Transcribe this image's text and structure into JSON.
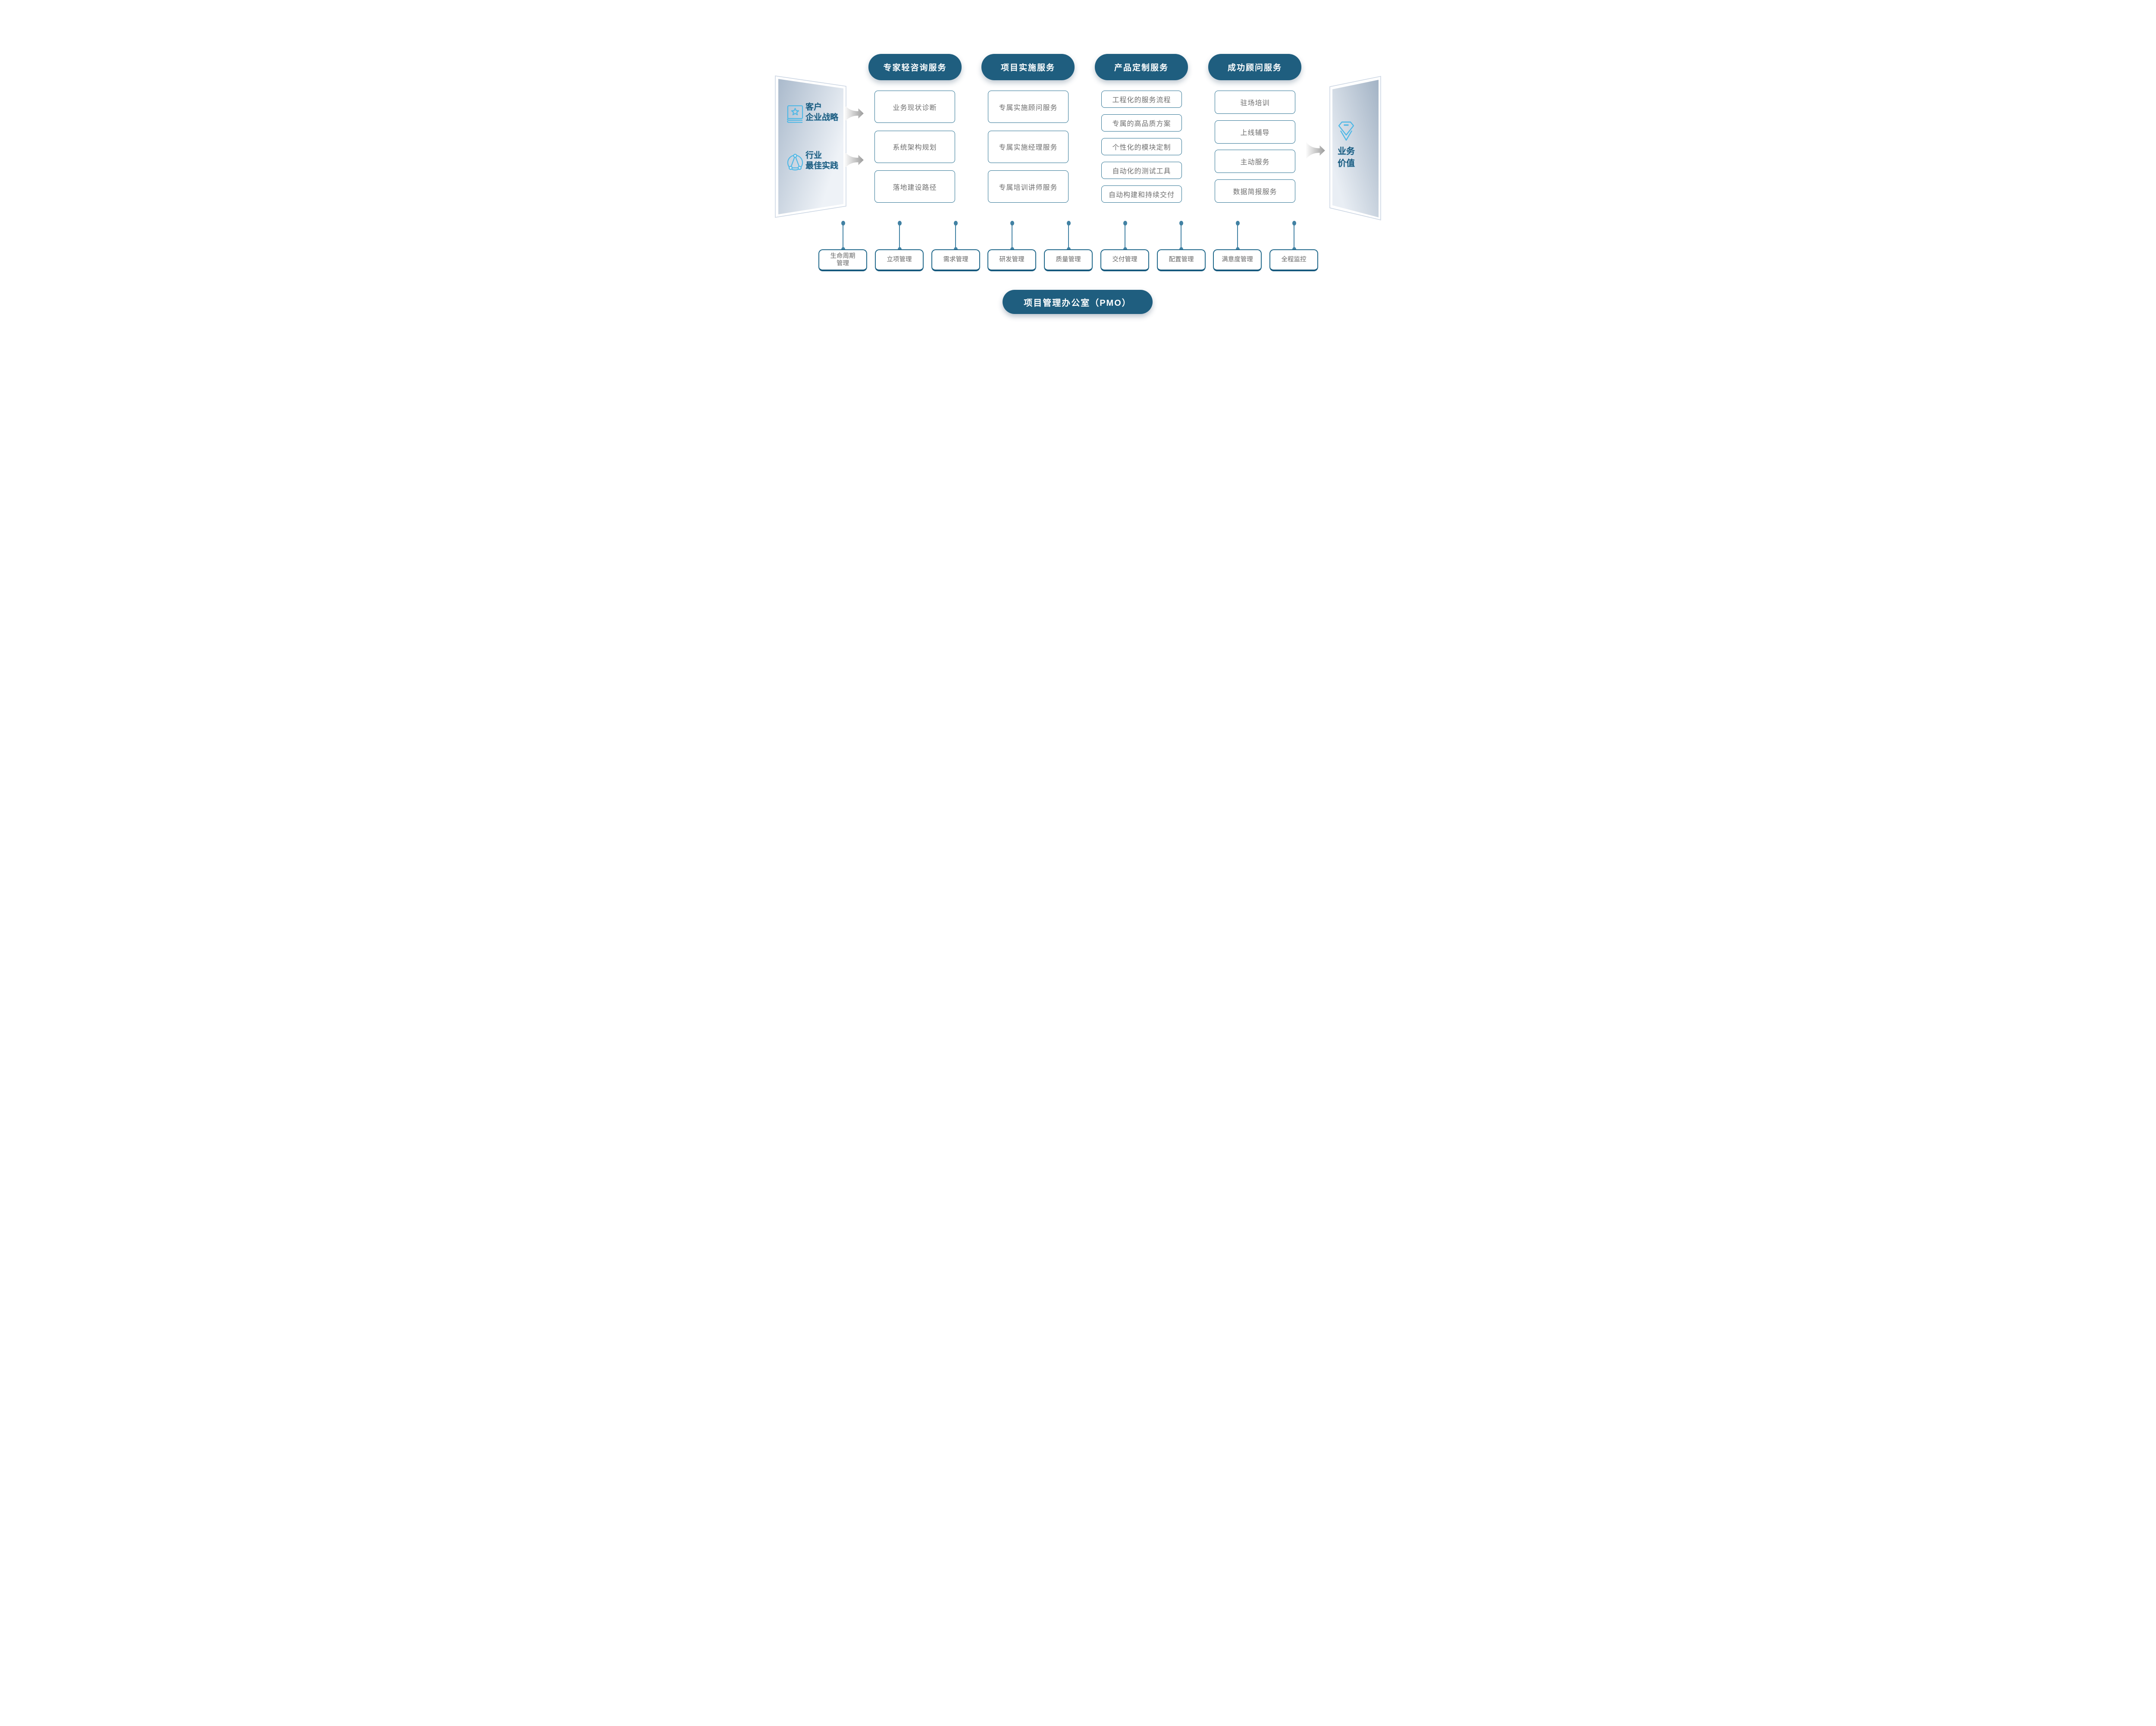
{
  "diagram": {
    "header_pills": [
      {
        "label": "专家轻咨询服务"
      },
      {
        "label": "项目实施服务"
      },
      {
        "label": "产品定制服务"
      },
      {
        "label": "成功顾问服务"
      }
    ],
    "left_panel": {
      "items": [
        {
          "icon": "book-star-icon",
          "label": "客户\n企业战略"
        },
        {
          "icon": "network-icon",
          "label": "行业\n最佳实践"
        }
      ]
    },
    "right_panel": {
      "icon": "diamond-icon",
      "label": "业务\n价值"
    },
    "columns": [
      {
        "boxes": [
          "业务现状诊断",
          "系统架构规划",
          "落地建设路径"
        ]
      },
      {
        "boxes": [
          "专属实施顾问服务",
          "专属实施经理服务",
          "专属培训讲师服务"
        ]
      },
      {
        "boxes": [
          "工程化的服务流程",
          "专属的高品质方案",
          "个性化的模块定制",
          "自动化的测试工具",
          "自动构建和持续交付"
        ]
      },
      {
        "boxes": [
          "驻场培训",
          "上线辅导",
          "主动服务",
          "数据简报服务"
        ]
      }
    ],
    "bottom_row": [
      "生命周期\n管理",
      "立项管理",
      "需求管理",
      "研发管理",
      "质量管理",
      "交付管理",
      "配置管理",
      "满意度管理",
      "全程监控"
    ],
    "pmo_label": "项目管理办公室（PMO）",
    "colors": {
      "pill_teal": "#1f5e7f",
      "box_border": "#2e7494",
      "bottom_box_border": "#236a8c",
      "connector": "#4181a3",
      "text_gray": "#6e6e6e",
      "label_teal": "#1b5a7d",
      "icon_light_blue": "#4fb8e6"
    }
  }
}
